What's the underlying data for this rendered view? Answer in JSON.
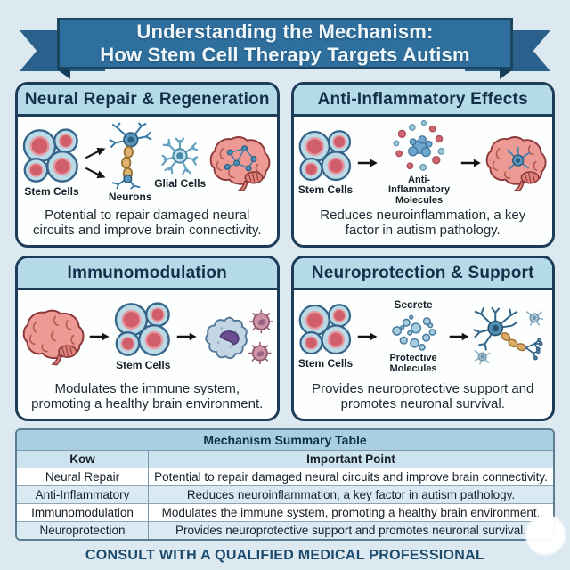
{
  "banner": {
    "title_line1": "Understanding the Mechanism:",
    "title_line2": "How Stem Cell Therapy Targets Autism"
  },
  "panels": [
    {
      "title": "Neural Repair & Regeneration",
      "labels": {
        "stem_cells": "Stem Cells",
        "neurons": "Neurons",
        "glial_cells": "Glial Cells"
      },
      "caption": "Potential to repair damaged neural circuits and improve brain connectivity."
    },
    {
      "title": "Anti-Inflammatory Effects",
      "labels": {
        "stem_cells": "Stem Cells",
        "molecules": "Anti-Inflammatory Molecules"
      },
      "caption": "Reduces neuroinflammation, a key factor in autism pathology."
    },
    {
      "title": "Immunomodulation",
      "labels": {
        "stem_cells": "Stem Cells"
      },
      "caption": "Modulates the immune system, promoting a healthy brain environment."
    },
    {
      "title": "Neuroprotection & Support",
      "labels": {
        "stem_cells": "Stem Cells",
        "secrete": "Secrete",
        "molecules": "Protective Molecules"
      },
      "caption": "Provides neuroprotective support and promotes neuronal survival."
    }
  ],
  "table": {
    "title": "Mechanism Summary Table",
    "columns": [
      "Kow",
      "Important Point"
    ],
    "rows": [
      [
        "Neural Repair",
        "Potential to repair damaged neural circuits and improve brain connectivity."
      ],
      [
        "Anti-Inflammatory",
        "Reduces neuroinflammation, a key factor in autism pathology."
      ],
      [
        "Immunomodulation",
        "Modulates the immune system, promoting a healthy brain environment."
      ],
      [
        "Neuroprotection",
        "Provides neuroprotective support and promotes neuronal survival."
      ]
    ]
  },
  "footer": {
    "disclaimer": "CONSULT WITH A QUALIFIED MEDICAL PROFESSIONAL"
  },
  "colors": {
    "background": "#dce9f1",
    "ribbon_blue": "#2f6f9e",
    "ribbon_outline": "#1c4560",
    "panel_border": "#1d3c57",
    "panel_header_bg": "#b5dbe9",
    "heading_text": "#13304a",
    "stem_cell_pink": "#d05f6b",
    "stem_cell_blue": "#bcd9e6",
    "brain_pink": "#ec9a93",
    "neuron_blue": "#4f8fb5",
    "axon_tan": "#dfa966",
    "immune_purple": "#6b4e92",
    "table_title_bg": "#a9cfe2",
    "table_alt_row_bg": "#d9eaf3",
    "footer_text": "#1d4b6d"
  }
}
